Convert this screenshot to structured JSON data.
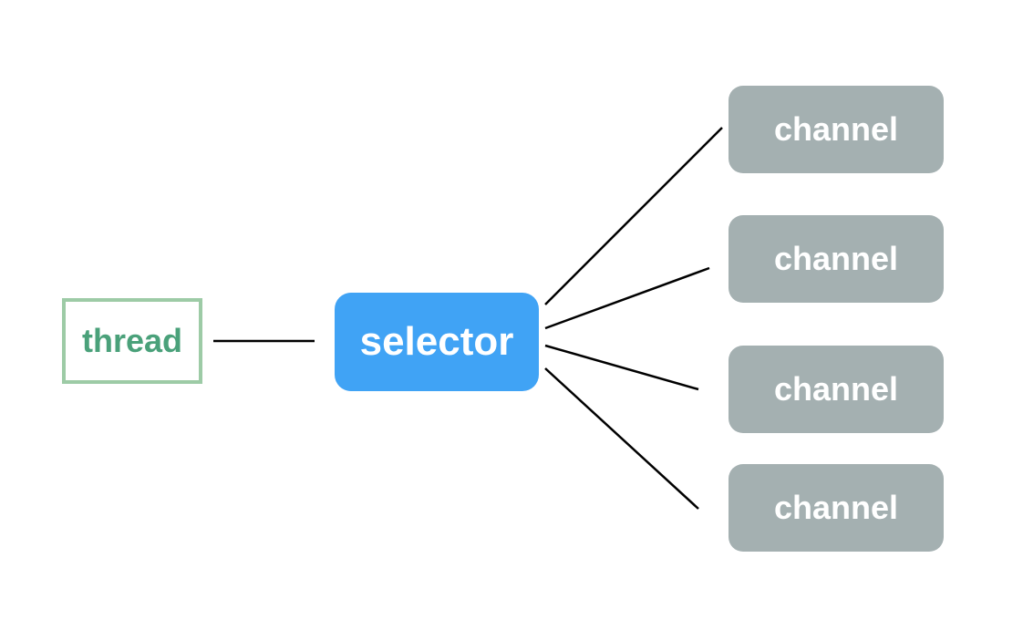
{
  "diagram": {
    "thread_label": "thread",
    "selector_label": "selector",
    "channels": [
      {
        "label": "channel"
      },
      {
        "label": "channel"
      },
      {
        "label": "channel"
      },
      {
        "label": "channel"
      }
    ],
    "colors": {
      "thread_border": "#9dcba6",
      "thread_text": "#4aa17a",
      "selector_fill": "#40a3f5",
      "channel_fill": "#a4b0b1",
      "connector": "#000000"
    }
  }
}
